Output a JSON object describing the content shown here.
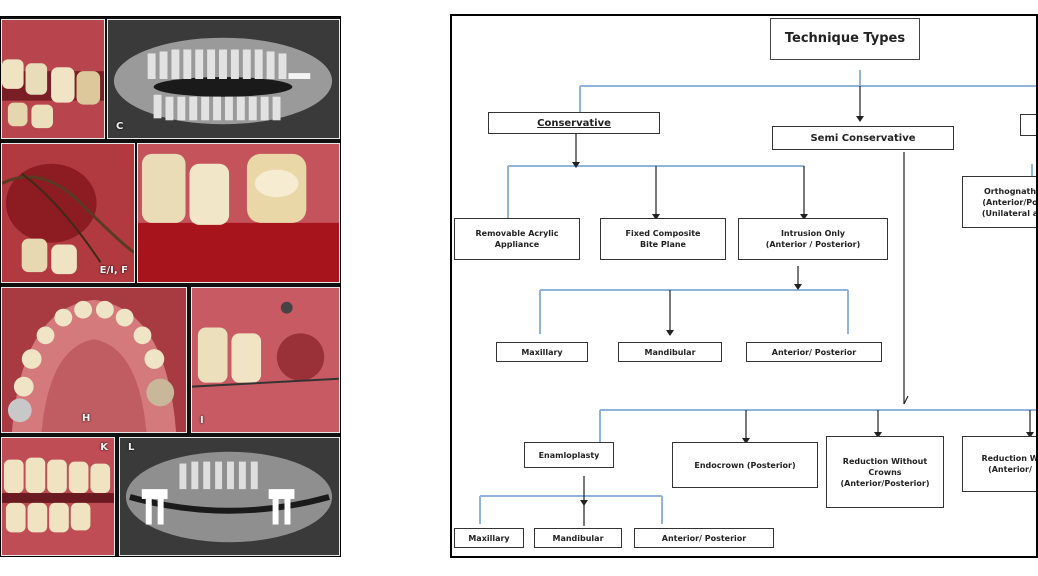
{
  "collage": {
    "labels": [
      "C",
      "E/I, F",
      "H",
      "I",
      "K",
      "L"
    ],
    "colors": {
      "gum": "#c9525a",
      "tooth": "#efe3c2",
      "xray_bg": "#2c2c2c",
      "xray_bone": "#b9b9b9",
      "blood": "#a8141c"
    }
  },
  "flowchart": {
    "title": "Technique Types",
    "categories": {
      "conservative": "Conservative",
      "semi_conservative": "Semi Conservative",
      "third": ""
    },
    "conservative_children": [
      "Removable Acrylic\nAppliance",
      "Fixed Composite\nBite Plane",
      "Intrusion Only\n(Anterior / Posterior)"
    ],
    "intrusion_children": [
      "Maxillary",
      "Mandibular",
      "Anterior/  Posterior"
    ],
    "semi_children": [
      "Enamloplasty",
      "Endocrown (Posterior)",
      "Reduction Without\nCrowns\n(Anterior/Posterior)",
      "Reduction W\n(Anterior/"
    ],
    "enamloplasty_children": [
      "Maxillary",
      "Mandibular",
      "Anterior/  Posterior"
    ],
    "third_child": "Orthognath\n(Anterior/Po\n(Unilateral a",
    "line_color": "#8fb3da"
  }
}
